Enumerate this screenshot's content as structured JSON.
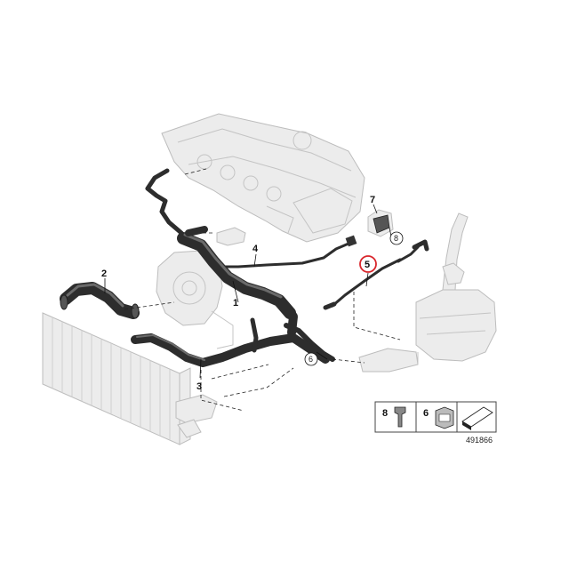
{
  "callouts": {
    "c1": "1",
    "c2": "2",
    "c3": "3",
    "c4": "4",
    "c5": "5",
    "c6": "6",
    "c7": "7",
    "c8": "8"
  },
  "legend": {
    "item8": "8",
    "item6": "6"
  },
  "diagram_number": "491866",
  "colors": {
    "hose": "#2d2d2d",
    "ghost_part": "#ececec",
    "highlight_ring": "#d9262c"
  }
}
